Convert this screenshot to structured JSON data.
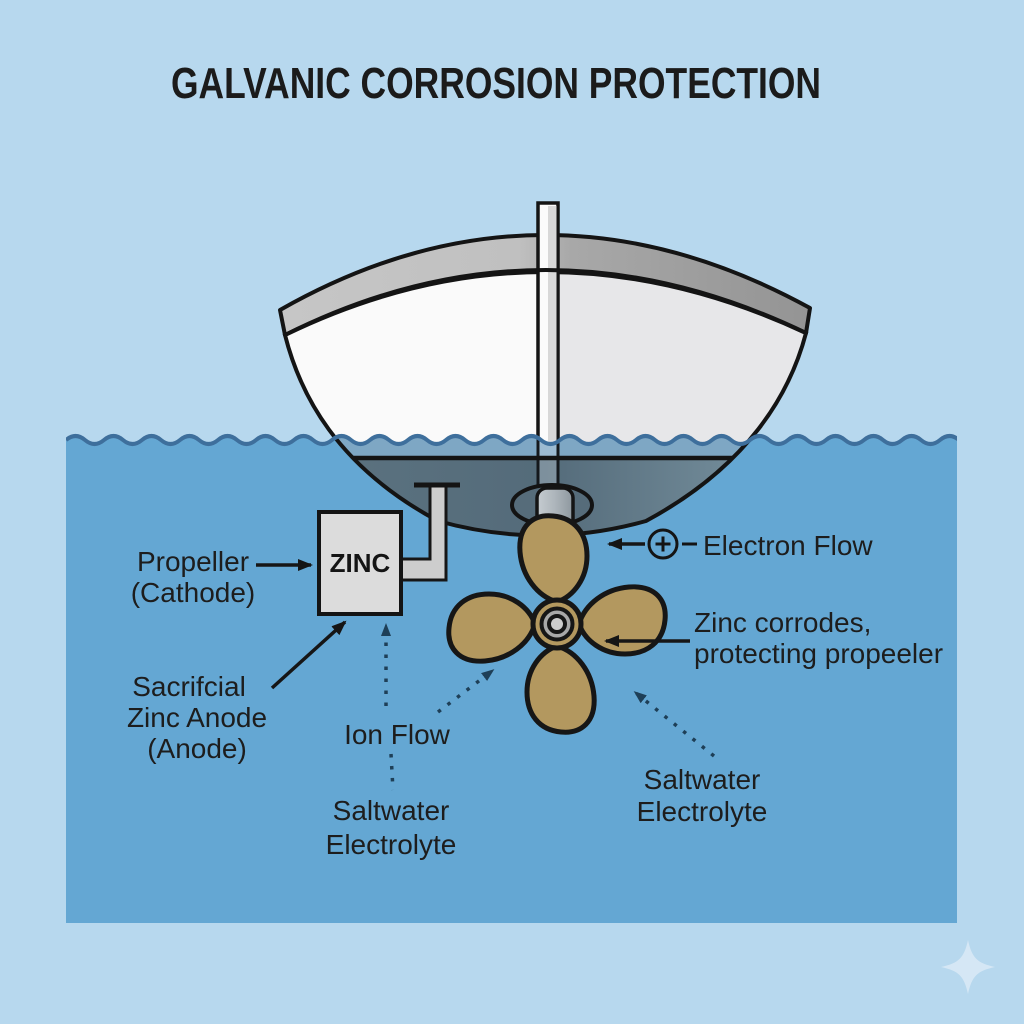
{
  "title": "GALVANIC CORROSION PROTECTION",
  "labels": {
    "propeller": {
      "line1": "Propeller",
      "line2": "(Cathode)"
    },
    "zinc_block": "ZINC",
    "sacrificial": {
      "line1": "Sacrifcial",
      "line2": "Zinc Anode",
      "line3": "(Anode)"
    },
    "ion_flow": "Ion Flow",
    "saltwater_left": {
      "line1": "Saltwater",
      "line2": "Electrolyte"
    },
    "saltwater_right": {
      "line1": "Saltwater",
      "line2": "Electrolyte"
    },
    "electron_flow": "Electron Flow",
    "zinc_corrodes": {
      "line1": "Zinc corrodes,",
      "line2": "protecting propeeler"
    }
  },
  "icons": {
    "plus_circle": "⊕",
    "minus": "−",
    "sparkle": "✦"
  },
  "colors": {
    "sky": "#b7d8ee",
    "water": "#64a7d3",
    "wave_line": "#3e6f9c",
    "waterline_band": "#7ea7c4",
    "submerged_hull": "#5d7481",
    "hull_white": "#fafafa",
    "gunwale_gray": "#b0b0b0",
    "mast_white": "#fbfbfb",
    "zinc_gray": "#dcdcdc",
    "bracket_gray": "#cdcdcd",
    "propeller_bronze": "#b3985f",
    "hub_gray": "#a8a8a8",
    "dashed_arrow": "#1e3f57",
    "solid_arrow": "#161616",
    "text": "#1d1d1d",
    "sparkle": "#d5e7f5"
  }
}
